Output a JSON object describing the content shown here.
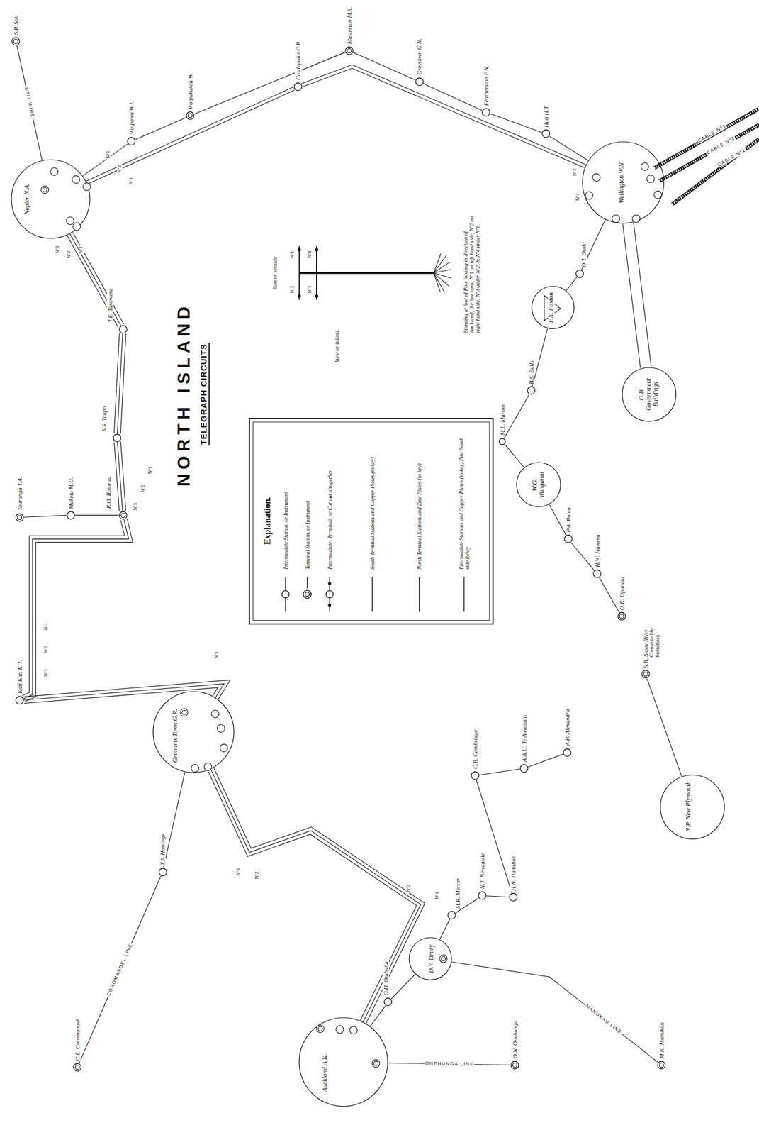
{
  "diagram": {
    "title": "NORTH ISLAND",
    "nodes": [
      {
        "text": [
          "S.P. Spit"
        ]
      },
      {
        "text": [
          "Napier N.A."
        ]
      },
      {
        "text": [
          "Waipawa W.I."
        ]
      },
      {
        "text": [
          "Waipukurau W."
        ]
      },
      {
        "text": [
          "Castlepoint C.P."
        ]
      },
      {
        "text": [
          "Masterton M.S."
        ]
      },
      {
        "text": [
          "Greytown G.N."
        ]
      },
      {
        "text": [
          "Featherston F.N."
        ]
      },
      {
        "text": [
          "Hutt H.T."
        ]
      },
      {
        "text": [
          "Wellington W.N."
        ]
      },
      {
        "text": [
          "O.T. Otaki"
        ]
      },
      {
        "text": [
          "F.X. Foxton"
        ]
      },
      {
        "text": [
          "B.S. Bulls"
        ]
      },
      {
        "text": [
          "M.L. Marton"
        ]
      },
      {
        "text": [
          "W.G. Wanganui"
        ]
      },
      {
        "text": [
          "P.A. Patea"
        ]
      },
      {
        "text": [
          "H.W. Hawera"
        ]
      },
      {
        "text": [
          "O.K. Opunaki"
        ]
      },
      {
        "text": [
          "S.R. Stony River"
        ]
      },
      {
        "text": [
          "N.P. New Plymouth"
        ]
      },
      {
        "text": [
          "G.B. Government Buildings"
        ]
      },
      {
        "text": [
          "T.E. Tarawera"
        ]
      },
      {
        "text": [
          "S.S. Taupo"
        ]
      },
      {
        "text": [
          "R.O. Rotorua"
        ]
      },
      {
        "text": [
          "Maketu M.U."
        ]
      },
      {
        "text": [
          "Tauranga T.A."
        ]
      },
      {
        "text": [
          "Kati Kati K.T."
        ]
      },
      {
        "text": [
          "Grahams Town G.R."
        ]
      },
      {
        "text": [
          "T.P. Hastings"
        ]
      },
      {
        "text": [
          "C.L. Coromandel"
        ]
      },
      {
        "text": [
          "C.B. Cambridge"
        ]
      },
      {
        "text": [
          "A.A.U. Te Awamutu"
        ]
      },
      {
        "text": [
          "A.B. Alexandra"
        ]
      },
      {
        "text": [
          "H.N. Hamilton"
        ]
      },
      {
        "text": [
          "N.T. Newcastle"
        ]
      },
      {
        "text": [
          "M.R. Mercer"
        ]
      },
      {
        "text": [
          "D.Y. Drury"
        ]
      },
      {
        "text": [
          "O.H. Otahuhu"
        ]
      },
      {
        "text": [
          "Auckland A.K."
        ]
      },
      {
        "text": [
          "O.N. Onehunga"
        ]
      },
      {
        "text": [
          "M.K. Manukau"
        ]
      }
    ],
    "edges": [
      {
        "from": 0,
        "to": 1,
        "arrow": "none",
        "label": "SPIT WIRE"
      },
      {
        "from": 1,
        "to": 2,
        "arrow": "none"
      },
      {
        "from": 2,
        "to": 3,
        "arrow": "none"
      },
      {
        "from": 3,
        "to": 5,
        "arrow": "none"
      },
      {
        "from": 1,
        "to": 4,
        "arrow": "none"
      },
      {
        "from": 4,
        "to": 9,
        "arrow": "none"
      },
      {
        "from": 5,
        "to": 6,
        "arrow": "none"
      },
      {
        "from": 6,
        "to": 7,
        "arrow": "none"
      },
      {
        "from": 7,
        "to": 8,
        "arrow": "none"
      },
      {
        "from": 8,
        "to": 9,
        "arrow": "none"
      },
      {
        "from": 1,
        "to": 21,
        "arrow": "none"
      },
      {
        "from": 21,
        "to": 22,
        "arrow": "none"
      },
      {
        "from": 22,
        "to": 23,
        "arrow": "none"
      },
      {
        "from": 23,
        "to": 24,
        "arrow": "none"
      },
      {
        "from": 24,
        "to": 25,
        "arrow": "none"
      },
      {
        "from": 23,
        "to": 26,
        "arrow": "none"
      },
      {
        "from": 26,
        "to": 27,
        "arrow": "none"
      },
      {
        "from": 27,
        "to": 28,
        "arrow": "none"
      },
      {
        "from": 28,
        "to": 29,
        "arrow": "none",
        "label": "COROMANDEL LINE"
      },
      {
        "from": 27,
        "to": 38,
        "arrow": "none"
      },
      {
        "from": 38,
        "to": 37,
        "arrow": "none"
      },
      {
        "from": 37,
        "to": 36,
        "arrow": "none"
      },
      {
        "from": 36,
        "to": 35,
        "arrow": "none"
      },
      {
        "from": 35,
        "to": 34,
        "arrow": "none"
      },
      {
        "from": 34,
        "to": 33,
        "arrow": "none"
      },
      {
        "from": 33,
        "to": 30,
        "arrow": "none"
      },
      {
        "from": 30,
        "to": 31,
        "arrow": "none"
      },
      {
        "from": 31,
        "to": 32,
        "arrow": "none"
      },
      {
        "from": 36,
        "to": 40,
        "arrow": "none",
        "label": "MANUKAU LINE"
      },
      {
        "from": 38,
        "to": 39,
        "arrow": "none",
        "label": "ONEHUNGA LINE"
      },
      {
        "from": 9,
        "to": 10,
        "arrow": "none"
      },
      {
        "from": 10,
        "to": 11,
        "arrow": "none"
      },
      {
        "from": 11,
        "to": 12,
        "arrow": "none"
      },
      {
        "from": 12,
        "to": 13,
        "arrow": "none"
      },
      {
        "from": 13,
        "to": 14,
        "arrow": "none"
      },
      {
        "from": 14,
        "to": 15,
        "arrow": "none"
      },
      {
        "from": 15,
        "to": 16,
        "arrow": "none"
      },
      {
        "from": 16,
        "to": 17,
        "arrow": "none"
      },
      {
        "from": 18,
        "to": 19,
        "arrow": "none"
      },
      {
        "from": 9,
        "to": 20,
        "arrow": "none"
      },
      {
        "from": 9,
        "to": 20,
        "arrow": "none"
      }
    ],
    "labels": [
      "TELEGRAPH CIRCUITS",
      "Explanation.",
      "West or inland.",
      "East or seaside",
      "Standing at foot of Pole looking in direction of Auckland, the line runs, Nº1 on left hand side, Nº2 on right hand side, Nº3 under Nº2, & Nº4 under Nº1.",
      "Nº1",
      "Nº2",
      "Nº3",
      "Nº4",
      "Connected by horseback",
      "CABLE Nº3",
      "CABLE Nº2",
      "CABLE Nº1",
      "Nº3",
      "Nº2",
      "Nº1",
      "Nº3",
      "Nº2",
      "Nº1",
      "Nº1",
      "Nº2",
      "Nº3",
      "Nº2",
      "Nº1",
      "Nº3",
      "Nº2",
      "Nº1",
      "Nº1",
      "Nº3",
      "Nº2",
      "Nº2",
      "Nº1"
    ],
    "legend": [
      {
        "text": "Intermediate Station, or Instrument"
      },
      {
        "text": "Terminal Station, or Instrument"
      },
      {
        "text": "Intermediate, Terminal, or Cut out altogether"
      },
      {
        "text": "South Terminal Stations and Copper Plates (to key)"
      },
      {
        "text": "North Terminal Stations and Zinc Plates (to key)"
      },
      {
        "text": "Intermediate Stations and Copper Plates (to key) Zinc South side Relay"
      }
    ]
  }
}
